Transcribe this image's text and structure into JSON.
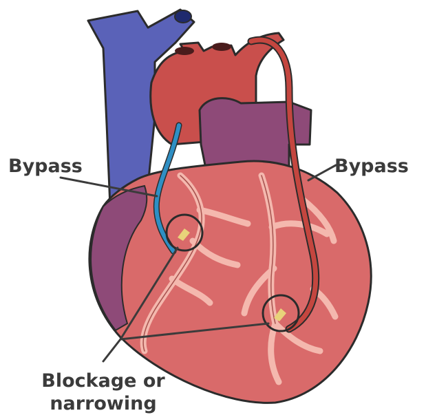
{
  "labels": {
    "bypass_left": "Bypass",
    "bypass_right": "Bypass",
    "blockage_line1": "Blockage or",
    "blockage_line2": "narrowing"
  },
  "colors": {
    "vein_blue": "#5a62b8",
    "aorta_red": "#c94f4c",
    "heart_body": "#d96a6a",
    "heart_shadow": "#8e4a78",
    "coronary_pink": "#f4b8ae",
    "graft_blue": "#2f8fc4",
    "graft_red": "#c4463f",
    "outline": "#2b2b2b",
    "label_text": "#3b3b3b"
  }
}
